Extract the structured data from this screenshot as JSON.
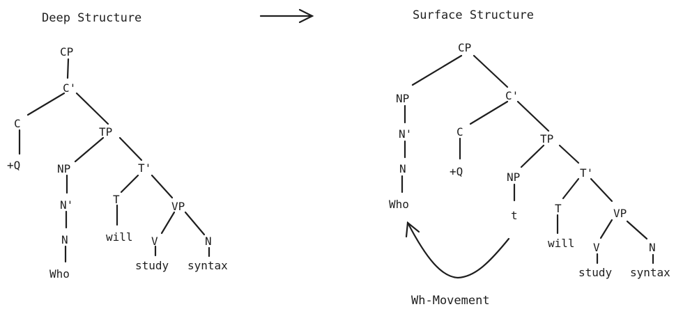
{
  "diagram": {
    "headings": {
      "deep": "Deep Structure",
      "surface": "Surface Structure",
      "movement": "Wh-Movement"
    },
    "deep_tree": {
      "CP": "CP",
      "Cbar": "C'",
      "C": "C",
      "Q": "+Q",
      "TP": "TP",
      "NP": "NP",
      "Nbar": "N'",
      "N": "N",
      "who": "Who",
      "Tbar": "T'",
      "T": "T",
      "will": "will",
      "VP": "VP",
      "V": "V",
      "N2": "N",
      "study": "study",
      "syntax": "syntax"
    },
    "surface_tree": {
      "CP": "CP",
      "NP": "NP",
      "Nbar": "N'",
      "N": "N",
      "who": "Who",
      "Cbar": "C'",
      "C": "C",
      "Q": "+Q",
      "TP": "TP",
      "NP2": "NP",
      "trace": "t",
      "Tbar": "T'",
      "T": "T",
      "will": "will",
      "VP": "VP",
      "V": "V",
      "N2": "N",
      "study": "study",
      "syntax": "syntax"
    },
    "line_color": "#1e1e1e"
  }
}
